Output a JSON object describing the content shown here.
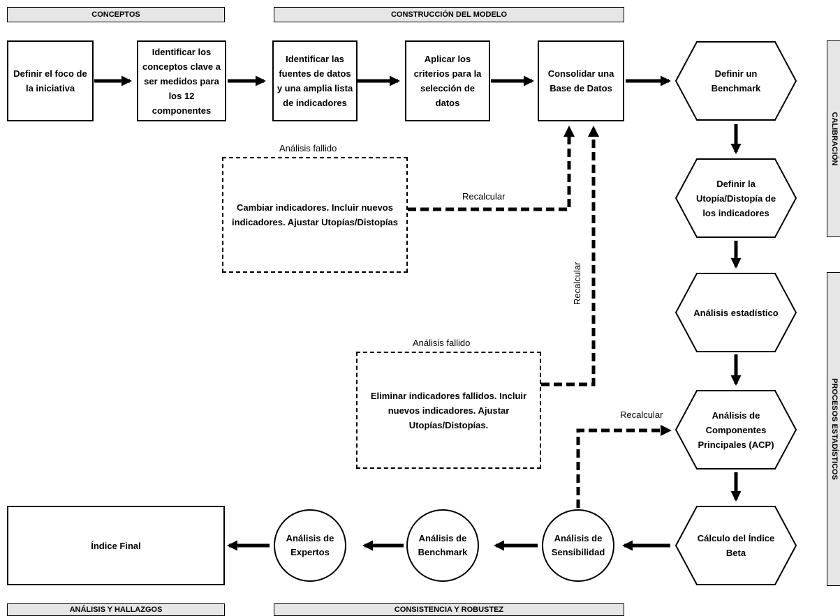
{
  "headers": {
    "conceptos": "CONCEPTOS",
    "construccion": "CONSTRUCCIÓN DEL MODELO",
    "calibracion": "CALIBRACIÓN",
    "procesos": "PROCESOS ESTADÍSTICOS",
    "analisis": "ANÁLISIS Y HALLAZGOS",
    "consistencia": "CONSISTENCIA Y ROBUSTEZ"
  },
  "nodes": {
    "definir_foco": "Definir el foco de la iniciativa",
    "identificar_conceptos": "Identificar los conceptos clave a ser medidos para los 12 componentes",
    "identificar_fuentes": "Identificar las fuentes de datos y una amplia lista de indicadores",
    "aplicar_criterios": "Aplicar los criterios para la selección de datos",
    "consolidar_base": "Consolidar una Base de Datos",
    "definir_benchmark": "Definir un Benchmark",
    "definir_utopia": "Definir la Utopía/Distopía de los indicadores",
    "analisis_estadistico": "Análisis estadístico",
    "acp": "Análisis de Componentes Principales (ACP)",
    "calculo_indice": "Cálculo del Índice Beta",
    "analisis_sensibilidad": "Análisis de Sensibilidad",
    "analisis_benchmark": "Análisis de Benchmark",
    "analisis_expertos": "Análisis de Expertos",
    "indice_final": "Índice Final",
    "cambiar_indicadores": "Cambiar indicadores. Incluir nuevos indicadores. Ajustar Utopías/Distopías",
    "eliminar_indicadores": "Eliminar indicadores fallidos. Incluir nuevos indicadores. Ajustar Utopías/Distopías."
  },
  "labels": {
    "analisis_fallido_1": "Análisis fallido",
    "analisis_fallido_2": "Análisis fallido",
    "recalcular_1": "Recalcular",
    "recalcular_2": "Recalcular",
    "recalcular_3": "Recalcular"
  }
}
